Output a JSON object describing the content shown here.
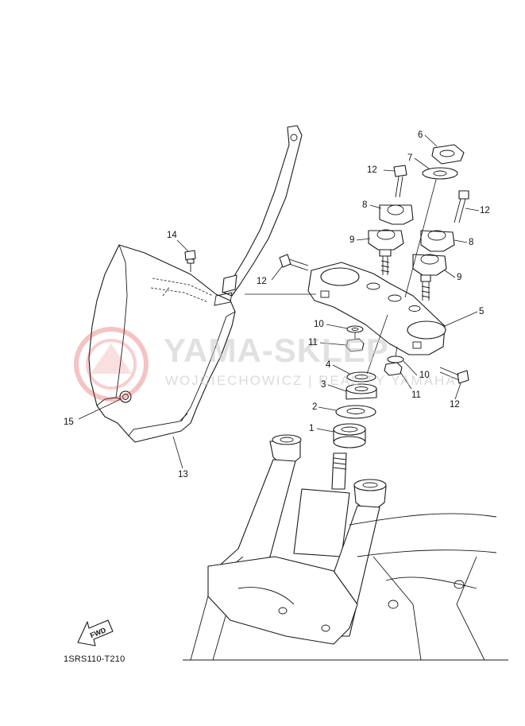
{
  "diagram": {
    "code": "1SRS110-T210",
    "fwd_label": "FWD",
    "callouts": [
      "1",
      "2",
      "3",
      "4",
      "5",
      "6",
      "7",
      "8",
      "8",
      "9",
      "9",
      "10",
      "10",
      "11",
      "11",
      "12",
      "12",
      "12",
      "12",
      "13",
      "14",
      "15"
    ]
  },
  "watermark": {
    "title": "YAMA-SKLEP",
    "subtitle": "WOJCIECHOWICZ | REALITY YAMAHA",
    "color": "#d9262b"
  }
}
